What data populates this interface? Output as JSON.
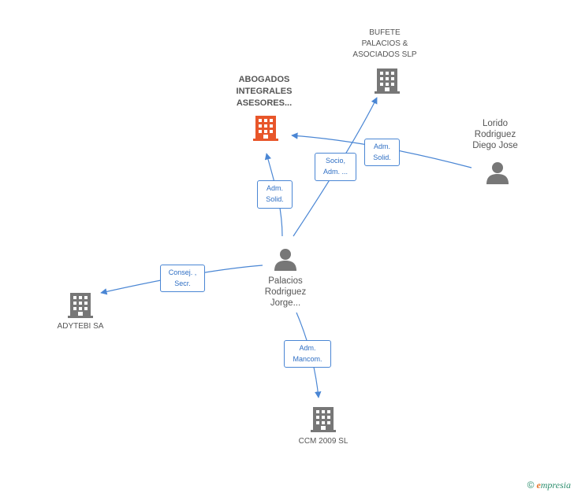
{
  "colors": {
    "edge": "#4a86d4",
    "building": "#777777",
    "building_main": "#e8562a",
    "person": "#777777"
  },
  "nodes": {
    "abogados": {
      "label_lines": [
        "ABOGADOS",
        "INTEGRALES",
        "ASESORES..."
      ],
      "icon": "building-icon"
    },
    "bufete": {
      "label_lines": [
        "BUFETE",
        "PALACIOS &",
        "ASOCIADOS SLP"
      ],
      "icon": "building-icon"
    },
    "lorido": {
      "label_lines": [
        "Lorido",
        "Rodriguez",
        "Diego Jose"
      ],
      "icon": "person-icon"
    },
    "palacios": {
      "label_lines": [
        "Palacios",
        "Rodriguez",
        "Jorge..."
      ],
      "icon": "person-icon"
    },
    "adytebi": {
      "label_lines": [
        "ADYTEBI SA"
      ],
      "icon": "building-icon"
    },
    "ccm": {
      "label_lines": [
        "CCM 2009  SL"
      ],
      "icon": "building-icon"
    }
  },
  "relations": {
    "palacios_abogados": [
      "Adm.",
      "Solid."
    ],
    "palacios_bufete": [
      "Socio,",
      "Adm. ..."
    ],
    "lorido_abogados": [
      "Adm.",
      "Solid."
    ],
    "palacios_adytebi": [
      "Consej. ,",
      "Secr."
    ],
    "palacios_ccm": [
      "Adm.",
      "Mancom."
    ]
  },
  "footer": {
    "copyright": "©",
    "brand_e": "e",
    "brand_rest": "mpresia"
  }
}
